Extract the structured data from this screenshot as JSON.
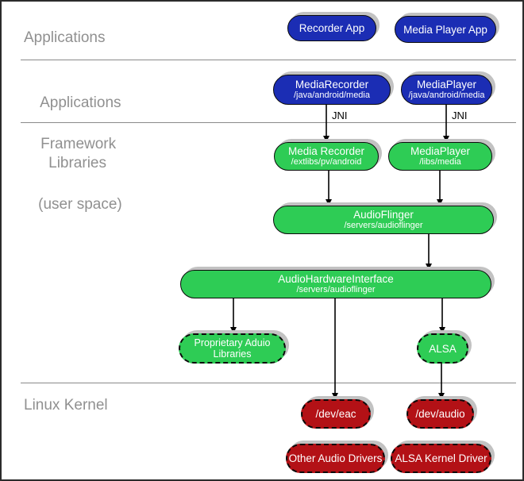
{
  "colors": {
    "blue": "#1b2db4",
    "green": "#2ecc55",
    "red": "#b31116",
    "shadow": "#c2c2c2",
    "divider": "#8a8a8a",
    "label": "#909090",
    "line": "#000000"
  },
  "layer_labels": {
    "applications": "Applications",
    "framework_line1": "Applications",
    "framework_line2": "Framework",
    "libraries_line1": "Libraries",
    "libraries_line2": "(user space)",
    "kernel": "Linux Kernel"
  },
  "connector_labels": {
    "jni_left": "JNI",
    "jni_right": "JNI"
  },
  "nodes": {
    "recorder_app": {
      "title": "Recorder App"
    },
    "media_player_app": {
      "title": "Media Player App"
    },
    "media_recorder_fw": {
      "title": "MediaRecorder",
      "subtitle": "/java/android/media"
    },
    "media_player_fw": {
      "title": "MediaPlayer",
      "subtitle": "/java/android/media"
    },
    "media_recorder_lib": {
      "title": "Media Recorder",
      "subtitle": "/extlibs/pv/android"
    },
    "media_player_lib": {
      "title": "MediaPlayer",
      "subtitle": "/libs/media"
    },
    "audioflinger": {
      "title": "AudioFlinger",
      "subtitle": "/servers/audioflinger"
    },
    "audio_hardware_interface": {
      "title": "AudioHardwareInterface",
      "subtitle": "/servers/audioflinger"
    },
    "proprietary_audio_libraries": {
      "title": "Proprietary Aduio",
      "line2": "Libraries"
    },
    "alsa": {
      "title": "ALSA"
    },
    "dev_eac": {
      "title": "/dev/eac"
    },
    "dev_audio": {
      "title": "/dev/audio"
    },
    "other_audio_drivers": {
      "title": "Other Audio Drivers"
    },
    "alsa_kernel_driver": {
      "title": "ALSA Kernel Driver"
    }
  }
}
